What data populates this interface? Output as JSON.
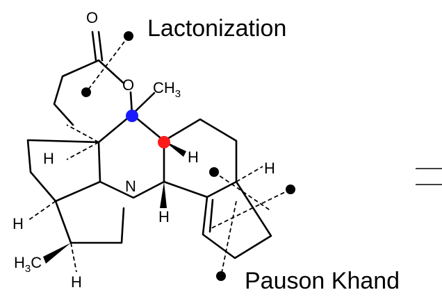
{
  "labels": {
    "lactonization": "Lactonization",
    "pauson_khand": "Pauson Khand"
  },
  "atoms": {
    "carbonyl_o": "O",
    "ring_o": "O",
    "methyl": "CH",
    "methyl_sub": "3",
    "nitrogen": "N",
    "h_upper_left": "H",
    "h_red_center": "H",
    "h_right": "H",
    "h_below_n": "H",
    "h_left": "H",
    "h3c_main": "H",
    "h3c_sub": "3",
    "h3c_tail": "C",
    "h_bottom": "H"
  },
  "colors": {
    "marker_blue": "#1a1aff",
    "marker_red": "#ff1a1a",
    "dot_black": "#000000"
  },
  "icons": {
    "arrow": "equilibrium-arrow-icon"
  }
}
